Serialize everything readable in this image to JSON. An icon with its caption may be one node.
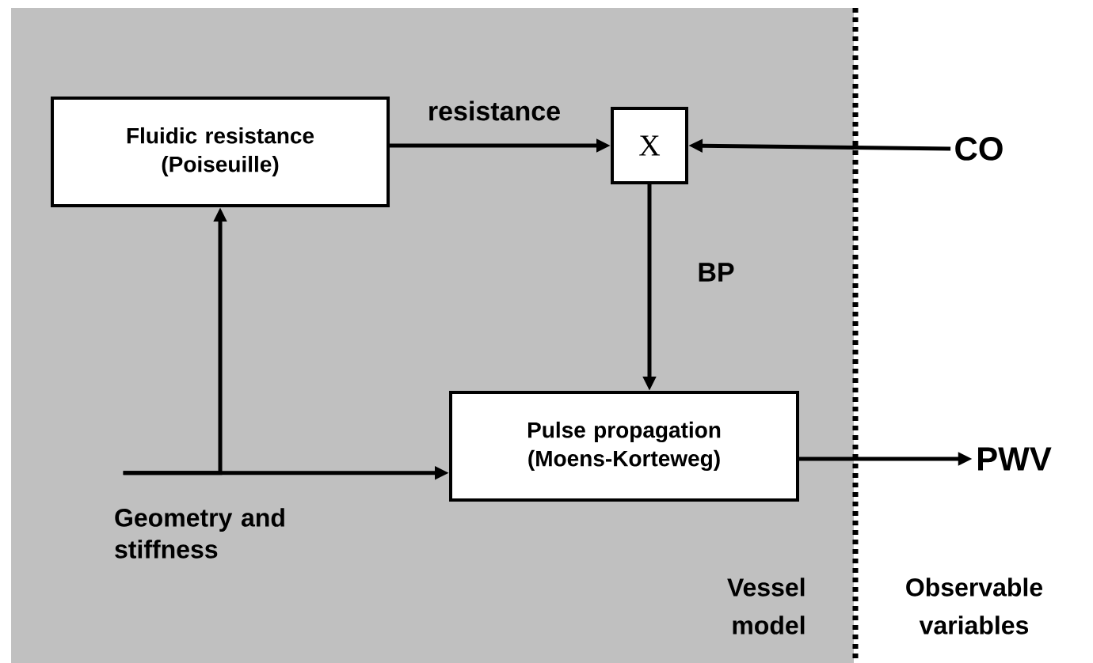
{
  "diagram": {
    "nodes": [
      {
        "text": [
          "Fluidic resistance (Poiseuille)"
        ]
      },
      {
        "text": [
          "X"
        ]
      },
      {
        "text": [
          "CO"
        ]
      },
      {
        "text": [
          "Pulse propagation (Moens-Korteweg)"
        ]
      },
      {
        "text": [
          "PWV"
        ]
      },
      {
        "text": [
          "Geometry and stiffness"
        ]
      }
    ],
    "edges": [
      {
        "from": 0,
        "to": 1,
        "arrow": "to",
        "label": "resistance"
      },
      {
        "from": 2,
        "to": 1,
        "arrow": "to"
      },
      {
        "from": 1,
        "to": 3,
        "arrow": "to",
        "label": "BP"
      },
      {
        "from": 5,
        "to": 0,
        "arrow": "to"
      },
      {
        "from": 5,
        "to": 3,
        "arrow": "to"
      },
      {
        "from": 3,
        "to": 4,
        "arrow": "to"
      }
    ],
    "labels": [
      "Vessel model",
      "Observable variables"
    ]
  }
}
